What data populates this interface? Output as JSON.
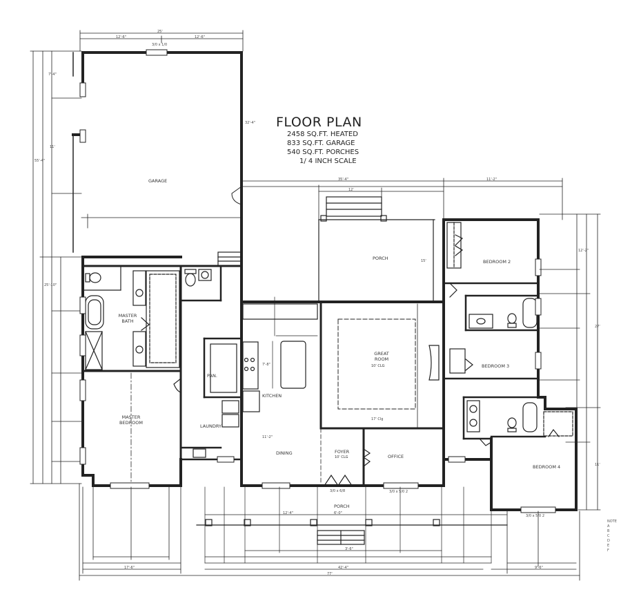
{
  "title_block": {
    "title": "FLOOR PLAN",
    "heated": "2458 SQ.FT. HEATED",
    "garage": "833 SQ.FT. GARAGE",
    "porches": "540 SQ.FT. PORCHES",
    "scale": "1/ 4 INCH SCALE"
  },
  "rooms": {
    "garage": {
      "label": "GARAGE"
    },
    "rear_porch": {
      "label": "PORCH"
    },
    "bedroom2": {
      "label": "BEDROOM 2"
    },
    "master_bath": {
      "label": "MASTER BATH"
    },
    "great_room": {
      "label": "GREAT ROOM",
      "ceiling": "10' Clg"
    },
    "kitchen": {
      "label": "KITCHEN"
    },
    "bedroom3": {
      "label": "BEDROOM 3"
    },
    "master_bedroom": {
      "label": "MASTER BEDROOM"
    },
    "laundry": {
      "label": "LAUNDRY"
    },
    "dining": {
      "label": "DINING"
    },
    "foyer": {
      "label": "FOYER",
      "ceiling": "10' Clg"
    },
    "office": {
      "label": "OFFICE"
    },
    "bedroom4": {
      "label": "BEDROOM 4"
    },
    "front_porch": {
      "label": "PORCH"
    },
    "pantry": {
      "label": "PAN."
    }
  },
  "dimensions": {
    "garage_top_total": "25'",
    "garage_top_left": "12'-6\"",
    "garage_top_right": "12'-6\"",
    "garage_window": "3/0 x 1/0",
    "garage_side": "32'-4\"",
    "left_overall": "55'-4\"",
    "left_mid": "25'-10\"",
    "left_seg1": "7'-4\"",
    "left_seg2": "11'",
    "rear_top": "35'-4\"",
    "rear_top_right": "11'-2\"",
    "rear_porch_width": "12'",
    "rear_porch_depth": "15'",
    "bed2_right": "12'-2\"",
    "right_overall": "27'",
    "right_lower": "11'",
    "front_porch_span": "12'-4\"",
    "front_porch_mid": "6'-0\"",
    "front_steps": "3'-6\"",
    "bottom_overall": "77'",
    "bottom_left": "17'-6\"",
    "bottom_mid": "42'-4\"",
    "bottom_right": "9'-6\"",
    "kitchen_island": "7'-8\"",
    "dining_depth": "11'-2\"",
    "great_room_wall": "17' Clg",
    "front_door": "3/0 x 6/8",
    "office_window": "3/0 x 5/0 2",
    "bed4_window": "3/0 x 5/0 2"
  },
  "legend": {
    "lines": [
      "NOTE",
      "A",
      "B",
      "C",
      "D",
      "E",
      "F"
    ]
  }
}
